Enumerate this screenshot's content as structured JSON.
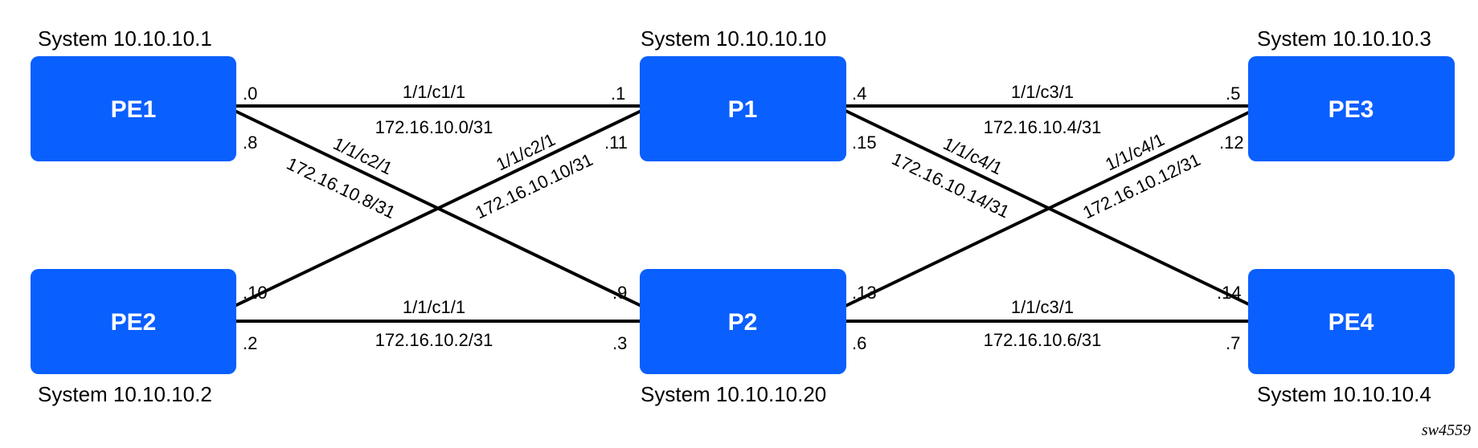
{
  "nodes": {
    "pe1": {
      "label": "PE1",
      "system": "System 10.10.10.1"
    },
    "p1": {
      "label": "P1",
      "system": "System 10.10.10.10"
    },
    "pe3": {
      "label": "PE3",
      "system": "System 10.10.10.3"
    },
    "pe2": {
      "label": "PE2",
      "system": "System 10.10.10.2"
    },
    "p2": {
      "label": "P2",
      "system": "System 10.10.10.20"
    },
    "pe4": {
      "label": "PE4",
      "system": "System 10.10.10.4"
    }
  },
  "links": {
    "pe1_p1": {
      "port": "1/1/c1/1",
      "subnet": "172.16.10.0/31",
      "end_a": ".0",
      "end_b": ".1"
    },
    "pe1_p2": {
      "port": "1/1/c2/1",
      "subnet": "172.16.10.8/31",
      "end_a": ".8",
      "end_b": ".9"
    },
    "pe2_p1": {
      "port": "1/1/c2/1",
      "subnet": "172.16.10.10/31",
      "end_a": ".10",
      "end_b": ".11"
    },
    "pe2_p2": {
      "port": "1/1/c1/1",
      "subnet": "172.16.10.2/31",
      "end_a": ".2",
      "end_b": ".3"
    },
    "p1_pe3": {
      "port": "1/1/c3/1",
      "subnet": "172.16.10.4/31",
      "end_a": ".4",
      "end_b": ".5"
    },
    "p1_pe4": {
      "port": "1/1/c4/1",
      "subnet": "172.16.10.14/31",
      "end_a": ".15",
      "end_b": ".14"
    },
    "p2_pe3": {
      "port": "1/1/c4/1",
      "subnet": "172.16.10.12/31",
      "end_a": ".13",
      "end_b": ".12"
    },
    "p2_pe4": {
      "port": "1/1/c3/1",
      "subnet": "172.16.10.6/31",
      "end_a": ".6",
      "end_b": ".7"
    }
  },
  "figure_id": "sw4559",
  "colors": {
    "node_fill": "#0a5fff",
    "node_text": "#ffffff",
    "line": "#000000"
  }
}
